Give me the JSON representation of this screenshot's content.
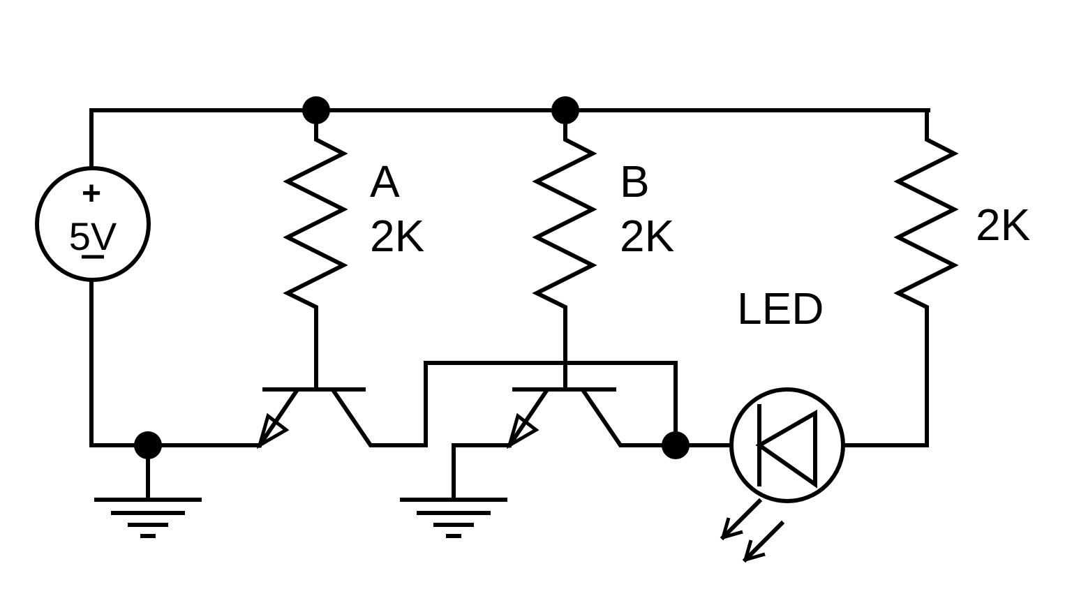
{
  "source": {
    "label": "5V",
    "plus": "+",
    "minus": "−"
  },
  "resistors": [
    {
      "name": "A",
      "value": "2K"
    },
    {
      "name": "B",
      "value": "2K"
    },
    {
      "name": "",
      "value": "2K"
    }
  ],
  "led": {
    "label": "LED"
  },
  "colors": {
    "wire": "#000000",
    "background": "#ffffff"
  }
}
